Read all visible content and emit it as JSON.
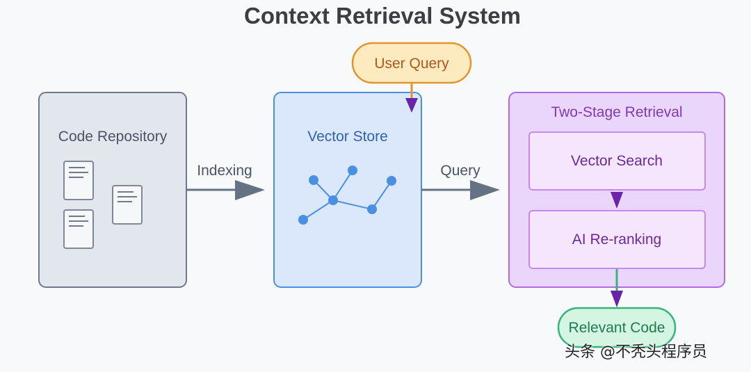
{
  "diagram": {
    "title": "Context Retrieval System",
    "nodes": {
      "code_repository": "Code Repository",
      "vector_store": "Vector Store",
      "user_query": "User Query",
      "two_stage_retrieval": "Two-Stage Retrieval",
      "vector_search": "Vector Search",
      "ai_reranking": "AI Re-ranking",
      "relevant_code": "Relevant Code"
    },
    "edges": {
      "indexing": "Indexing",
      "query": "Query"
    },
    "colors": {
      "repo_fill": "#e2e6ed",
      "repo_stroke": "#6e7a8a",
      "store_fill": "#dbe8fb",
      "store_stroke": "#4a90e2",
      "query_fill": "#fdebbf",
      "query_stroke": "#e0952e",
      "retrieval_fill": "#ead5fb",
      "retrieval_stroke": "#b269e6",
      "inner_fill": "#f5e6fe",
      "inner_stroke": "#c688ee",
      "relevant_fill": "#d5f5e3",
      "relevant_stroke": "#32b67a",
      "arrow_gray": "#657284",
      "arrow_purple": "#6a24a8"
    }
  },
  "watermark": "头条 @不秃头程序员"
}
